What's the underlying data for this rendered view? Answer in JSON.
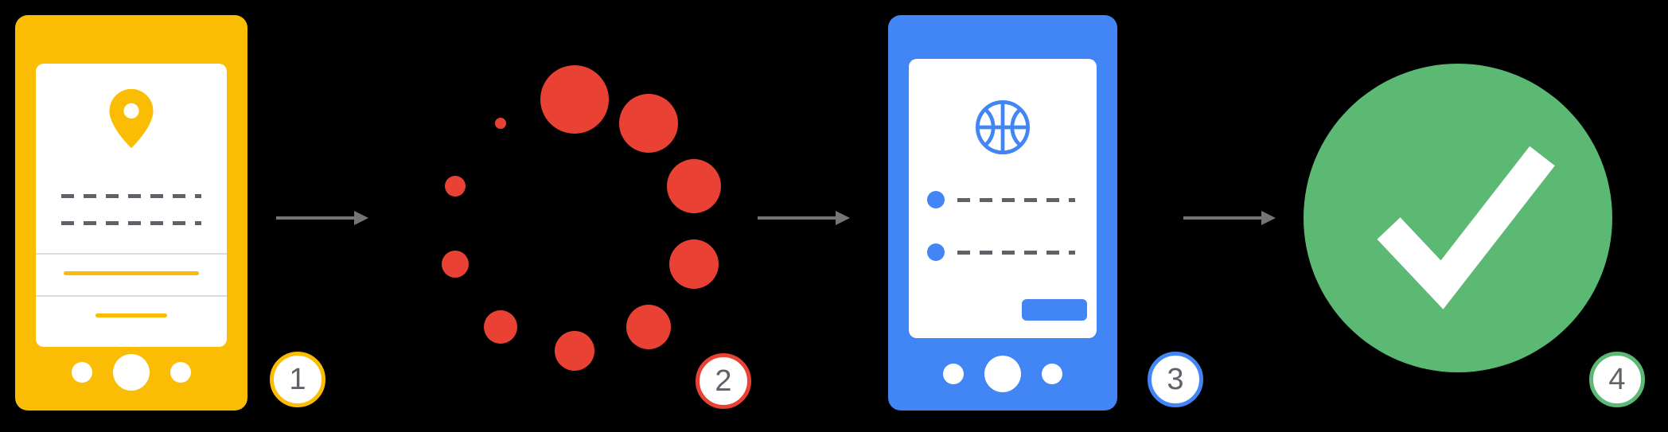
{
  "colors": {
    "bg": "#000000",
    "yellow": "#FBBC04",
    "red": "#E94235",
    "blue": "#4285F4",
    "green": "#5BB974",
    "gray_dash": "#5F6368",
    "arrow_gray": "#757575",
    "divider": "#DADCE0",
    "badge_text": "#5F6368",
    "white": "#FFFFFF"
  },
  "steps": [
    {
      "number": "1",
      "icon": "map-pin-icon",
      "accent": "#FBBC04"
    },
    {
      "number": "2",
      "icon": "loading-spinner-icon",
      "accent": "#E94235"
    },
    {
      "number": "3",
      "icon": "basketball-icon",
      "accent": "#4285F4"
    },
    {
      "number": "4",
      "icon": "checkmark-icon",
      "accent": "#5BB974"
    }
  ]
}
